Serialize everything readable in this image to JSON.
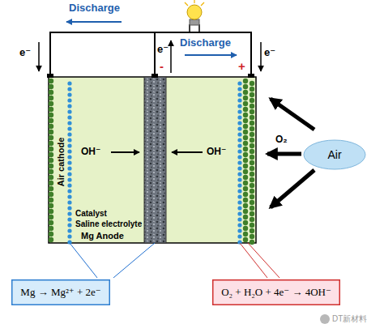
{
  "diagram": {
    "nodes": [
      {
        "text": [
          "Air"
        ]
      },
      {
        "text": [
          "Mg → Mg²⁺ + 2e⁻"
        ]
      },
      {
        "text": [
          "O₂ + H₂O + 4e⁻ → 4OH⁻"
        ]
      }
    ],
    "labels": [
      "Discharge",
      "Discharge",
      "e⁻",
      "e⁻",
      "e⁻",
      "-",
      "+",
      "Air cathode",
      "OH⁻",
      "OH⁻",
      "O₂",
      "Catalyst",
      "Saline electrolyte",
      "Mg Anode",
      "DT新材料"
    ]
  }
}
